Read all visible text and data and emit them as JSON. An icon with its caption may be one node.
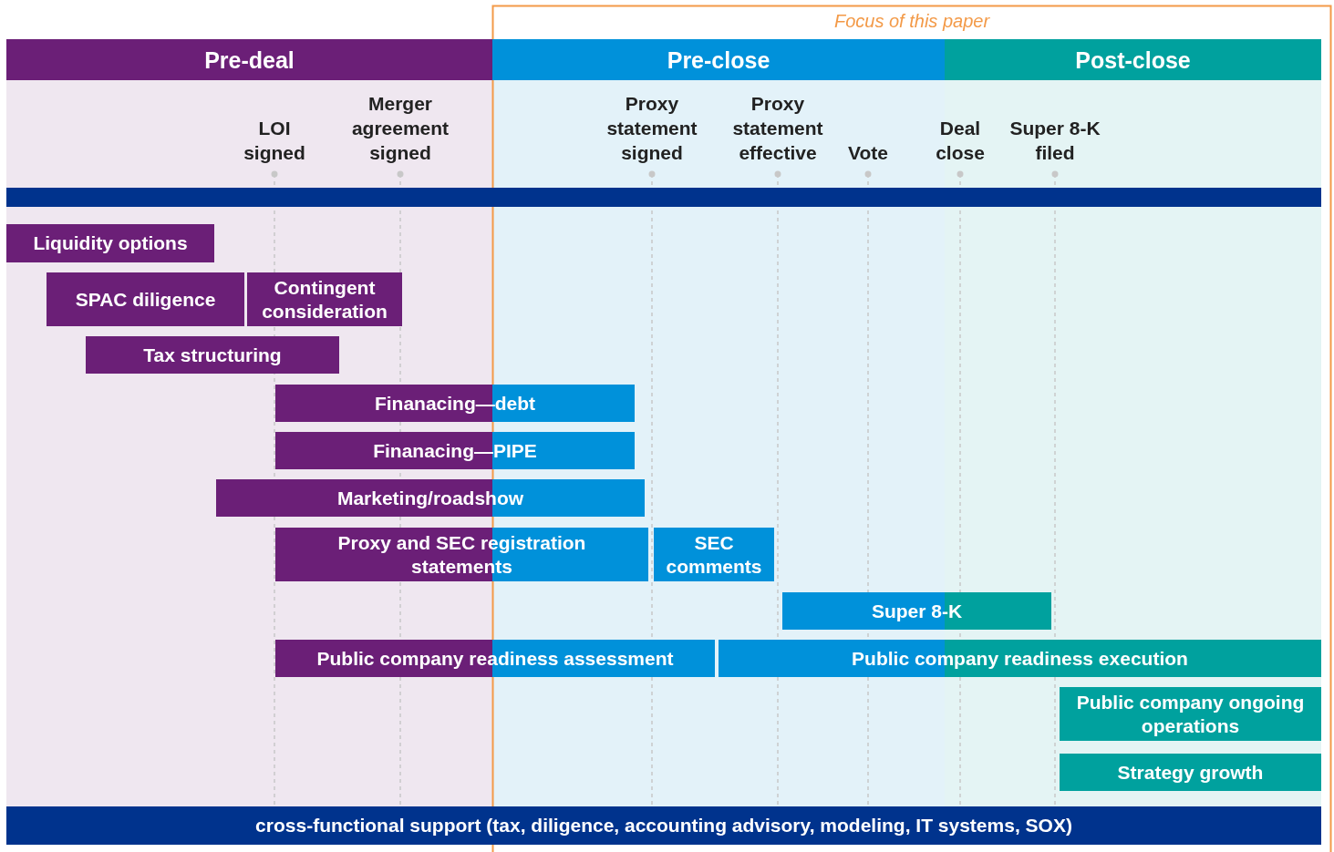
{
  "diagram": {
    "nodes": [
      {
        "text": [
          "Pre-deal"
        ]
      },
      {
        "text": [
          "Pre-close"
        ]
      },
      {
        "text": [
          "Post-close"
        ]
      },
      {
        "text": [],
        "shape": "bar"
      },
      {
        "text": [
          "Liquidity options"
        ]
      },
      {
        "text": [
          "SPAC diligence"
        ]
      },
      {
        "text": [
          "Contingent consideration"
        ]
      },
      {
        "text": [
          "Tax structuring"
        ]
      },
      {
        "text": [
          "Finanacing—debt"
        ]
      },
      {
        "text": [
          "Finanacing—PIPE"
        ]
      },
      {
        "text": [
          "Marketing/roadshow"
        ]
      },
      {
        "text": [
          "Proxy and SEC registration statements"
        ]
      },
      {
        "text": [
          "SEC comments"
        ]
      },
      {
        "text": [
          "Super 8-K"
        ]
      },
      {
        "text": [
          "Public company readiness assessment"
        ]
      },
      {
        "text": [
          "Public company readiness execution"
        ]
      },
      {
        "text": [
          "Public company ongoing operations"
        ]
      },
      {
        "text": [
          "Strategy growth"
        ]
      },
      {
        "text": [
          "cross-functional support (tax, diligence, accounting advisory, modeling, IT systems, SOX)"
        ]
      }
    ],
    "labels": [
      "Focus of this paper",
      "LOI signed",
      "Merger agreement signed",
      "Proxy statement signed",
      "Proxy statement effective",
      "Vote",
      "Deal close",
      "Super 8-K filed"
    ]
  }
}
